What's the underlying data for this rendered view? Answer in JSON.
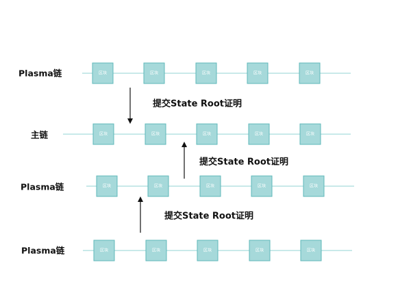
{
  "colors": {
    "line": "#a8dcdc",
    "block_fill": "#a6d9da",
    "block_stroke": "#5fb8ba",
    "block_text": "#ffffff",
    "arrow": "#111111",
    "text": "#111111"
  },
  "chains": [
    {
      "label": "Plasma链",
      "blocks": [
        "区块",
        "区块",
        "区块",
        "区块",
        "区块"
      ]
    },
    {
      "label": "主链",
      "blocks": [
        "区块",
        "区块",
        "区块",
        "区块",
        "区块"
      ]
    },
    {
      "label": "Plasma链",
      "blocks": [
        "区块",
        "区块",
        "区块",
        "区块",
        "区块"
      ]
    },
    {
      "label": "Plasma链",
      "blocks": [
        "区块",
        "区块",
        "区块",
        "区块",
        "区块"
      ]
    }
  ],
  "annotations": [
    {
      "text": "提交State Root证明",
      "arrow_direction": "down"
    },
    {
      "text": "提交State Root证明",
      "arrow_direction": "up"
    },
    {
      "text": "提交State Root证明",
      "arrow_direction": "up"
    }
  ]
}
